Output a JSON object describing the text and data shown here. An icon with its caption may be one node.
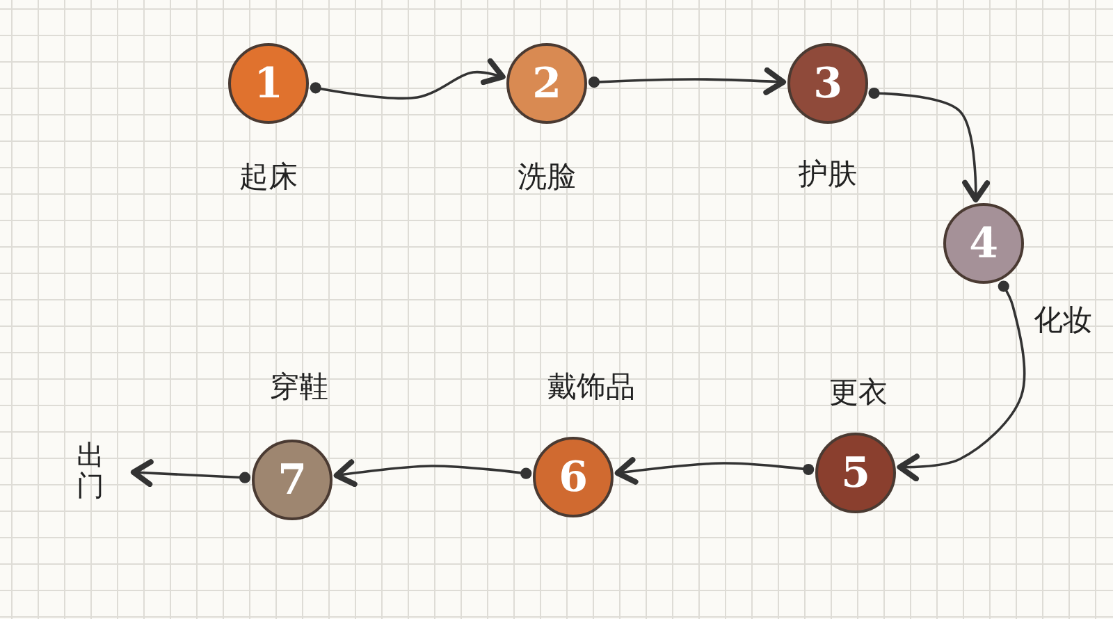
{
  "diagram": {
    "nodes": [
      {
        "text": [
          "1"
        ],
        "beside": [
          "起床"
        ]
      },
      {
        "text": [
          "2"
        ],
        "beside": [
          "洗脸"
        ]
      },
      {
        "text": [
          "3"
        ],
        "beside": [
          "护肤"
        ]
      },
      {
        "text": [
          "4"
        ],
        "beside": [
          "化妆"
        ]
      },
      {
        "text": [
          "5"
        ],
        "beside": [
          "更衣"
        ]
      },
      {
        "text": [
          "6"
        ],
        "beside": [
          "戴饰品"
        ]
      },
      {
        "text": [
          "7"
        ],
        "beside": [
          "穿鞋"
        ]
      },
      {
        "text": [
          "出门"
        ]
      }
    ],
    "edges": [
      {
        "from": 0,
        "to": 1,
        "arrow": "to"
      },
      {
        "from": 1,
        "to": 2,
        "arrow": "to"
      },
      {
        "from": 2,
        "to": 3,
        "arrow": "to"
      },
      {
        "from": 3,
        "to": 4,
        "arrow": "to"
      },
      {
        "from": 4,
        "to": 5,
        "arrow": "to"
      },
      {
        "from": 5,
        "to": 6,
        "arrow": "to"
      },
      {
        "from": 6,
        "to": 7,
        "arrow": "to"
      }
    ]
  }
}
